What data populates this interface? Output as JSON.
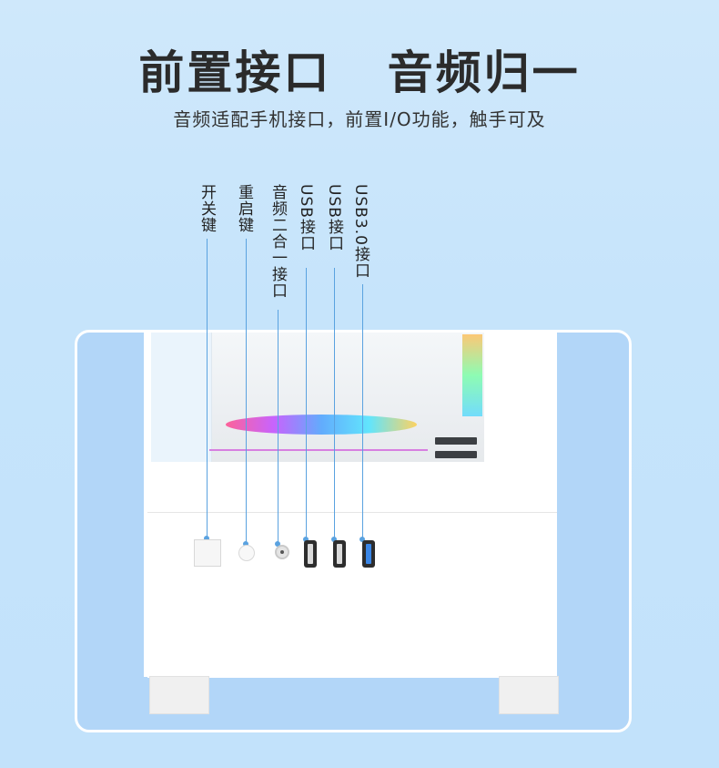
{
  "header": {
    "title": "前置接口   音频归一",
    "subtitle": "音频适配手机接口，前置I/O功能，触手可及"
  },
  "callouts": [
    {
      "label": "开关键"
    },
    {
      "label": "重启键"
    },
    {
      "label": "音频二合一接口"
    },
    {
      "label": "USB接口"
    },
    {
      "label": "USB接口"
    },
    {
      "label": "USB3.0接口"
    }
  ],
  "colors": {
    "background": "#c6e4fb",
    "callout_line": "#5aa2e0",
    "usb3_port": "#3a86e6"
  }
}
